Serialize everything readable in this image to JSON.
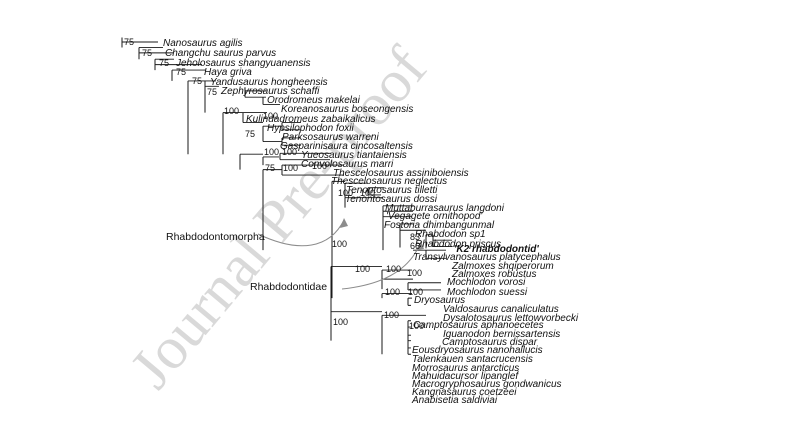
{
  "watermark": "Journal Pre-proof",
  "clade_labels": {
    "rhabdodontomorpha": "Rhabdodontomorpha",
    "rhabdodontidae": "Rhabdodontidae"
  },
  "taxa": [
    {
      "id": "t0",
      "label": "Nanosaurus agilis"
    },
    {
      "id": "t1",
      "label": "Changchu saurus parvus"
    },
    {
      "id": "t2",
      "label": "Jeholosaurus shangyuanensis"
    },
    {
      "id": "t3",
      "label": "Haya griva"
    },
    {
      "id": "t4",
      "label": "Yandusaurus hongheensis"
    },
    {
      "id": "t5",
      "label": "Zephyrosaurus schaffi"
    },
    {
      "id": "t6",
      "label": "Orodromeus makelai"
    },
    {
      "id": "t7",
      "label": "Koreanosaurus boseongensis"
    },
    {
      "id": "t8",
      "label": "Kulindadromeus zabaikalicus"
    },
    {
      "id": "t9",
      "label": "Hypsilophodon foxii"
    },
    {
      "id": "t10",
      "label": "Parksosaurus warreni"
    },
    {
      "id": "t11",
      "label": "Gasparinisaura cincosaltensis"
    },
    {
      "id": "t12",
      "label": "Yueosaurus tiantaiensis"
    },
    {
      "id": "t13",
      "label": "Convolosaurus marri"
    },
    {
      "id": "t14",
      "label": "Thescelosaurus assiniboiensis"
    },
    {
      "id": "t15",
      "label": "Thescelosaurus neglectus"
    },
    {
      "id": "t16",
      "label": "Tenontosaurus tilletti"
    },
    {
      "id": "t17",
      "label": "Tenontosaurus dossi"
    },
    {
      "id": "t18",
      "label": "Muttaburrasaurus langdoni"
    },
    {
      "id": "t19",
      "label": "'Vegagete ornithopod'"
    },
    {
      "id": "t20",
      "label": "Fostoria dhimbangunmal"
    },
    {
      "id": "t21",
      "label": "Rhabdodon sp1"
    },
    {
      "id": "t22",
      "label": "Rhabdodon priscus"
    },
    {
      "id": "t23",
      "label": "'K2 rhabdodontid'",
      "bold": true
    },
    {
      "id": "t24",
      "label": "Transylvanosaurus platycephalus"
    },
    {
      "id": "t25",
      "label": "Zalmoxes shqiperorum"
    },
    {
      "id": "t26",
      "label": "Zalmoxes robustus"
    },
    {
      "id": "t27",
      "label": "Mochlodon vorosi"
    },
    {
      "id": "t28",
      "label": "Mochlodon suessi"
    },
    {
      "id": "t29",
      "label": "Dryosaurus"
    },
    {
      "id": "t30",
      "label": "Valdosaurus canaliculatus"
    },
    {
      "id": "t31",
      "label": "Dysalotosaurus lettowvorbecki"
    },
    {
      "id": "t32",
      "label": "Camptosaurus aphanoecetes"
    },
    {
      "id": "t33",
      "label": "Iguanodon bernissartensis"
    },
    {
      "id": "t34",
      "label": "Camptosaurus dispar"
    },
    {
      "id": "t35",
      "label": "Eousdryosaurus nanohallucis"
    },
    {
      "id": "t36",
      "label": "Talenkauen santacrucensis"
    },
    {
      "id": "t37",
      "label": "Morrosaurus antarcticus"
    },
    {
      "id": "t38",
      "label": "Mahuidacursor lipanglef"
    },
    {
      "id": "t39",
      "label": "Macrogryphosaurus gondwanicus"
    },
    {
      "id": "t40",
      "label": "Kangnasaurus coetzeei"
    },
    {
      "id": "t41",
      "label": "Anabisetia saldiviai"
    }
  ],
  "support_values": [
    {
      "id": "s0",
      "value": "75"
    },
    {
      "id": "s1",
      "value": "75"
    },
    {
      "id": "s2",
      "value": "75"
    },
    {
      "id": "s3",
      "value": "75"
    },
    {
      "id": "s4",
      "value": "75"
    },
    {
      "id": "s5",
      "value": "75"
    },
    {
      "id": "s6",
      "value": "100"
    },
    {
      "id": "s7",
      "value": "100"
    },
    {
      "id": "s8",
      "value": "75"
    },
    {
      "id": "s9",
      "value": "100"
    },
    {
      "id": "s10",
      "value": "100"
    },
    {
      "id": "s11",
      "value": "75"
    },
    {
      "id": "s12",
      "value": "100"
    },
    {
      "id": "s13",
      "value": "100"
    },
    {
      "id": "s14",
      "value": "100"
    },
    {
      "id": "s15",
      "value": "100"
    },
    {
      "id": "s16",
      "value": "100"
    },
    {
      "id": "s17",
      "value": "83"
    },
    {
      "id": "s18",
      "value": "66"
    },
    {
      "id": "s19",
      "value": "100"
    },
    {
      "id": "s20",
      "value": "100"
    },
    {
      "id": "s21",
      "value": "100"
    },
    {
      "id": "s22",
      "value": "100"
    },
    {
      "id": "s23",
      "value": "100"
    },
    {
      "id": "s24",
      "value": "100"
    },
    {
      "id": "s25",
      "value": "100"
    },
    {
      "id": "s26",
      "value": "100"
    }
  ],
  "colors": {
    "line": "#1a1a1a",
    "arrow": "#8c8c8c",
    "watermark": "#d9d9d9",
    "text": "#111111"
  }
}
